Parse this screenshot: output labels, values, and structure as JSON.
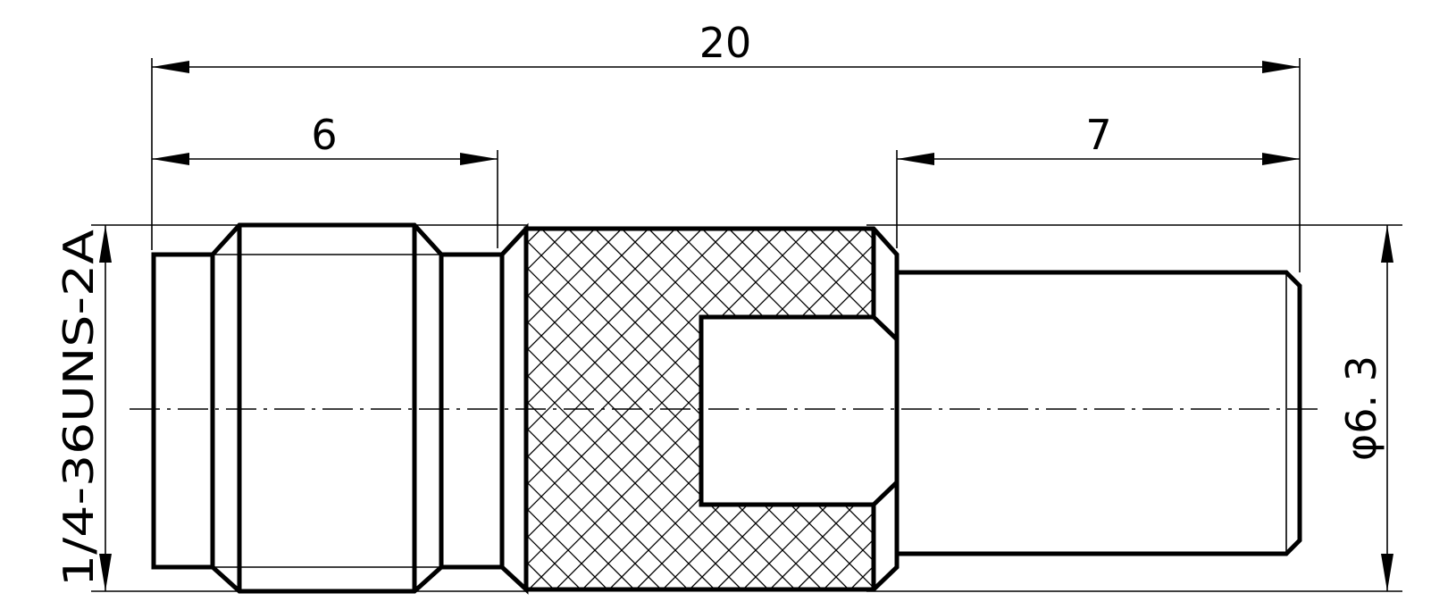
{
  "dimensions": {
    "overall_length": "20",
    "thread_section_length": "6",
    "sleeve_length": "7",
    "thread_spec": "1/4-36UNS-2A",
    "sleeve_diameter": "φ6. 3"
  },
  "colors": {
    "line": "#000000",
    "background": "#ffffff"
  }
}
